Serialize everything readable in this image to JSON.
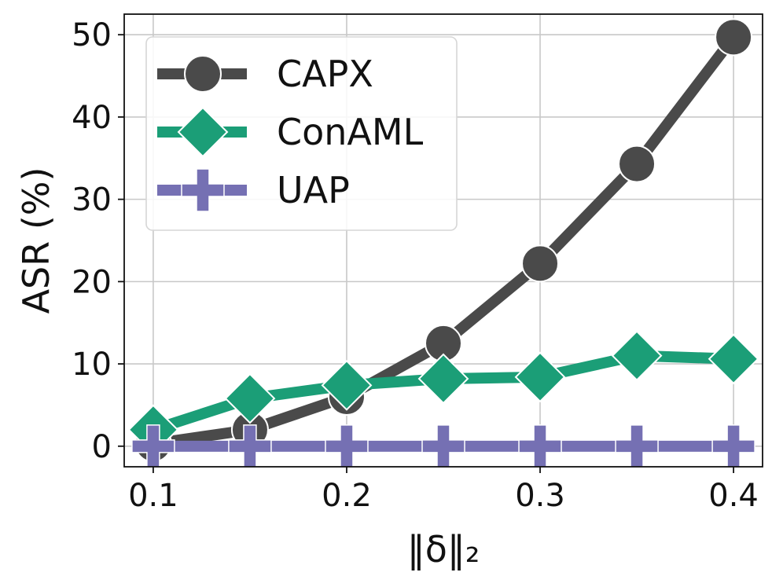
{
  "chart_data": {
    "type": "line",
    "title": "",
    "xlabel": "‖δ‖₂",
    "ylabel": "ASR (%)",
    "x": [
      0.1,
      0.15,
      0.2,
      0.25,
      0.3,
      0.35,
      0.4
    ],
    "xlim": [
      0.085,
      0.415
    ],
    "ylim": [
      -2.5,
      52.5
    ],
    "xticks": [
      0.1,
      0.2,
      0.3,
      0.4
    ],
    "xtick_labels": [
      "0.1",
      "0.2",
      "0.3",
      "0.4"
    ],
    "yticks": [
      0,
      10,
      20,
      30,
      40,
      50
    ],
    "ytick_labels": [
      "0",
      "10",
      "20",
      "30",
      "40",
      "50"
    ],
    "grid": true,
    "legend_position": "top-left",
    "series": [
      {
        "name": "CAPX",
        "marker": "circle",
        "color": "#4a4a4a",
        "values": [
          0.3,
          2.0,
          6.0,
          12.5,
          22.2,
          34.3,
          49.7
        ]
      },
      {
        "name": "ConAML",
        "marker": "diamond",
        "color": "#1b9e77",
        "values": [
          2.0,
          5.8,
          7.4,
          8.2,
          8.4,
          11.0,
          10.6
        ]
      },
      {
        "name": "UAP",
        "marker": "plus",
        "color": "#7570b3",
        "values": [
          0.0,
          0.0,
          0.0,
          0.0,
          0.0,
          0.0,
          0.0
        ]
      }
    ]
  }
}
